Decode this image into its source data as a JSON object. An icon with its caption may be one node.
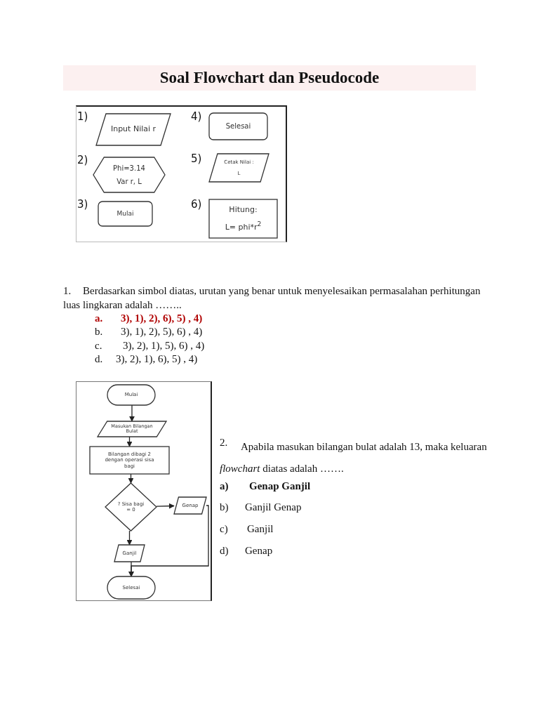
{
  "diagram": {
    "title": "Soal Flowchart dan Pseudocode",
    "nodes": [
      {
        "text": [
          "Input Nilai r"
        ],
        "beside": [
          "1)"
        ]
      },
      {
        "text": [
          "Selesai"
        ],
        "beside": [
          "4)"
        ]
      },
      {
        "text": [
          "Phi=3.14",
          "Var r, L"
        ],
        "beside": [
          "2)"
        ]
      },
      {
        "text": [
          "Cetak Nilai :",
          "L"
        ],
        "beside": [
          "5)"
        ]
      },
      {
        "text": [
          "Mulai"
        ],
        "beside": [
          "3)"
        ]
      },
      {
        "text": [
          "Hitung:",
          "L= phi*r$^{2}$"
        ],
        "beside": [
          "6)"
        ]
      },
      {
        "text": [
          "Mulai"
        ]
      },
      {
        "text": [
          "Masukan Bilangan Bulat"
        ]
      },
      {
        "text": [
          "Bilangan dibagi 2 dengan operasi sisa bagi"
        ]
      },
      {
        "text": [
          "? Sisa bagi = 0"
        ]
      },
      {
        "text": [
          "Genap"
        ]
      },
      {
        "text": [
          "Ganjil"
        ]
      },
      {
        "text": [
          "Selesai"
        ]
      }
    ],
    "edges": [
      {
        "from": 6,
        "to": 7,
        "arrow": "to"
      },
      {
        "from": 7,
        "to": 8,
        "arrow": "to"
      },
      {
        "from": 8,
        "to": 9,
        "arrow": "to"
      },
      {
        "from": 9,
        "to": 10,
        "arrow": "to"
      },
      {
        "from": 9,
        "to": 11,
        "arrow": "to"
      },
      {
        "from": 11,
        "to": 12,
        "arrow": "to"
      },
      {
        "from": 10,
        "to": 12,
        "arrow": "to"
      }
    ],
    "labels": [
      "1.",
      "Berdasarkan simbol diatas, urutan yang benar untuk menyelesaikan permasalahan perhitungan luas lingkaran adalah ……..",
      "a.",
      "3), 1), 2), 6), 5) , 4)",
      "b.",
      "3), 1), 2), 5), 6) , 4)",
      "c.",
      "3), 2), 1), 5), 6) , 4)",
      "d.",
      "3), 2), 1), 6), 5) , 4)",
      "2.",
      "Apabila masukan bilangan bulat adalah 13, maka keluaran *flowchart* diatas adalah …….",
      "a)",
      "Genap Ganjil",
      "b)",
      "Ganjil Genap",
      "c)",
      "Ganjil",
      "d)",
      "Genap"
    ]
  }
}
